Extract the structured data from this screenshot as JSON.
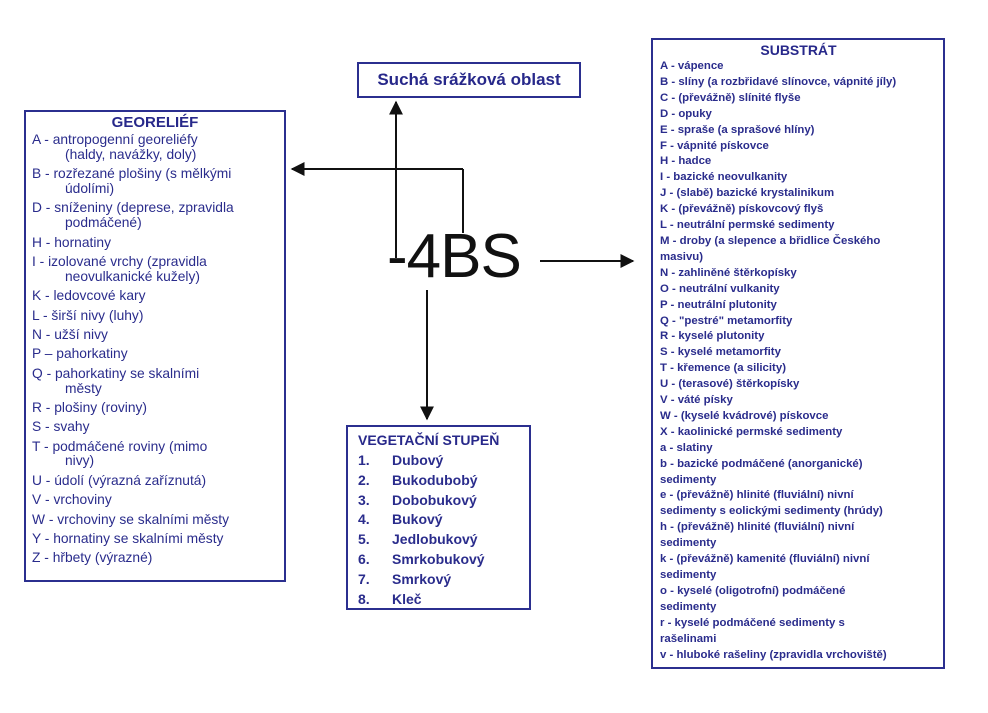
{
  "code": "-4BS",
  "top_box": {
    "title": "Suchá srážková oblast"
  },
  "georelief": {
    "title": "GEORELIÉF",
    "items": [
      [
        "A - antropogenní georeliéfy",
        "(haldy, navážky, doly)"
      ],
      [
        "B - rozřezané plošiny (s mělkými",
        "údolími)"
      ],
      [
        "D - sníženiny (deprese, zpravidla",
        "podmáčené)"
      ],
      [
        "H - hornatiny"
      ],
      [
        "I - izolované vrchy (zpravidla",
        "neovulkanické kužely)"
      ],
      [
        "K - ledovcové kary"
      ],
      [
        "L - širší nivy (luhy)"
      ],
      [
        "N - užší nivy"
      ],
      [
        "P – pahorkatiny"
      ],
      [
        "Q - pahorkatiny se skalními",
        "městy"
      ],
      [
        "R - plošiny (roviny)"
      ],
      [
        "S - svahy"
      ],
      [
        "T - podmáčené roviny (mimo",
        "nivy)"
      ],
      [
        "U - údolí (výrazná zaříznutá)"
      ],
      [
        "V - vrchoviny"
      ],
      [
        "W - vrchoviny se skalními městy"
      ],
      [
        "Y - hornatiny se skalními městy"
      ],
      [
        "Z - hřbety (výrazné)"
      ]
    ]
  },
  "vegetation": {
    "title": "VEGETAČNÍ STUPEŇ",
    "items": [
      {
        "num": "1.",
        "label": "Dubový"
      },
      {
        "num": "2.",
        "label": "Bukodubobý"
      },
      {
        "num": "3.",
        "label": "Dobobukový"
      },
      {
        "num": "4.",
        "label": "Bukový"
      },
      {
        "num": "5.",
        "label": "Jedlobukový"
      },
      {
        "num": "6.",
        "label": "Smrkobukový"
      },
      {
        "num": "7.",
        "label": "Smrkový"
      },
      {
        "num": "8.",
        "label": "Kleč"
      }
    ]
  },
  "substrate": {
    "title": "SUBSTRÁT",
    "lines": [
      "A - vápence",
      "B - slíny (a rozbřidavé slínovce, vápnité jíly)",
      "C - (převážně) slínité flyše",
      "D - opuky",
      "E - spraše (a sprašové hlíny)",
      "F - vápnité pískovce",
      "H - hadce",
      "I - bazické neovulkanity",
      "J - (slabě) bazické krystalinikum",
      "K - (převážně) pískovcový flyš",
      "L - neutrální permské sedimenty",
      "M - droby (a slepence a břidlice Českého",
      "masivu)",
      "N - zahliněné štěrkopísky",
      "O - neutrální vulkanity",
      "P - neutrální plutonity",
      "Q - \"pestré\" metamorfity",
      "R - kyselé plutonity",
      "S - kyselé metamorfity",
      "T - křemence (a silicity)",
      "U - (terasové) štěrkopísky",
      "V - váté písky",
      "W - (kyselé kvádrové) pískovce",
      "X - kaolinické permské sedimenty",
      "a - slatiny",
      "b - bazické podmáčené (anorganické)",
      "sedimenty",
      "e - (převážně) hlinité (fluviální) nivní",
      "sedimenty s eolickými sedimenty (hrúdy)",
      "h - (převážně) hlinité (fluviální) nivní",
      "sedimenty",
      "k - (převážně) kamenité (fluviální) nivní",
      "sedimenty",
      "o - kyselé (oligotrofní) podmáčené",
      "sedimenty",
      "r - kyselé podmáčené sedimenty s",
      "rašelinami",
      "v - hluboké rašeliny (zpravidla vrchoviště)"
    ]
  }
}
